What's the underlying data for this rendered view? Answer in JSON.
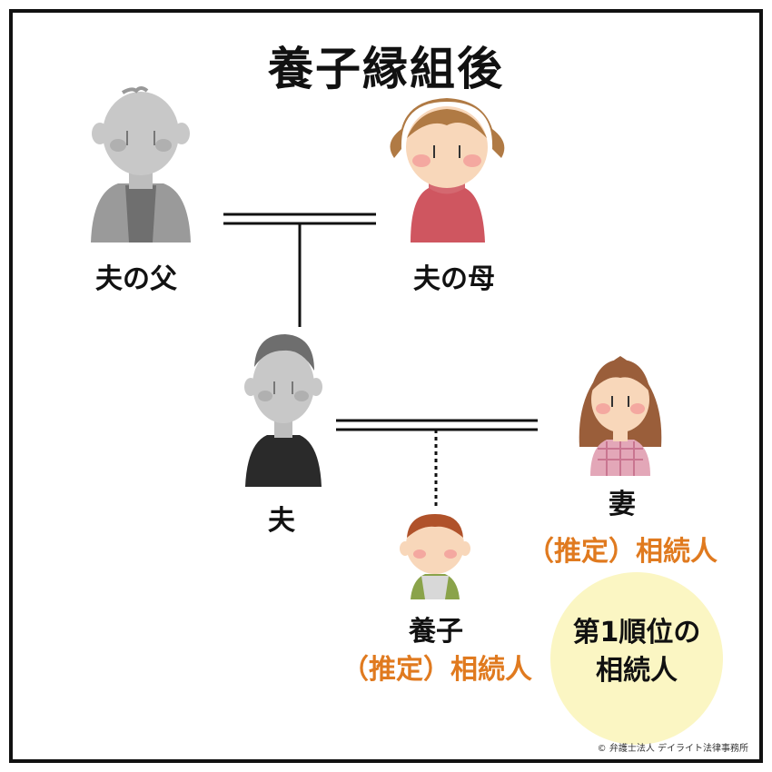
{
  "title": "養子縁組後",
  "people": {
    "husband_father": {
      "label": "夫の父"
    },
    "husband_mother": {
      "label": "夫の母"
    },
    "husband": {
      "label": "夫"
    },
    "wife": {
      "label": "妻",
      "role": "（推定）相続人"
    },
    "adopted_child": {
      "label": "養子",
      "role": "（推定）相続人"
    }
  },
  "priority_note": {
    "line1": "第1順位の",
    "line2": "相続人"
  },
  "copyright": "© 弁護士法人 デイライト法律事務所",
  "colors": {
    "accent": "#e07a1f",
    "highlight": "#fbf6c3",
    "border": "#111111"
  }
}
